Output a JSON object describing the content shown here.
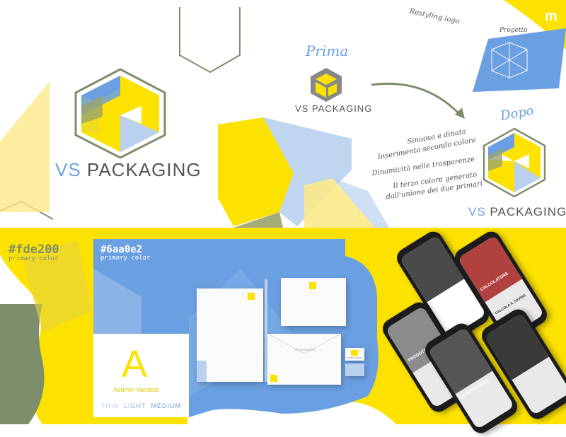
{
  "colors": {
    "yellow": "#fde200",
    "blue": "#6aa0e2",
    "olive": "#7d8f6a",
    "light_blue": "#b9d0ee",
    "light_yellow": "#fbe98a",
    "gray_text": "#555555"
  },
  "logo_main": {
    "initials": "VS",
    "name": "PACKAGING"
  },
  "before": {
    "label": "Prima",
    "initials": "VS",
    "name": "PACKAGING"
  },
  "after": {
    "label": "Dopo",
    "initials": "VS",
    "name": "PACKAGING"
  },
  "restyling": {
    "title": "Restyling logo",
    "project_label": "Progetto",
    "mark": "m"
  },
  "notes": [
    "Sinuosa e dinata",
    "Inserimento secondo colore",
    "Dinamicità nelle trasparenze",
    "Il terzo colore generato",
    "dall'unione dei due primari"
  ],
  "palette": {
    "primary_hex": "#fde200",
    "primary_label": "primary color",
    "secondary_hex": "#6aa0e2",
    "secondary_label": "primary color"
  },
  "typography": {
    "letter": "A",
    "font_name": "Acumin Variable",
    "weights": [
      "THIN",
      "LIGHT",
      "MEDIUM"
    ]
  },
  "stationery": {
    "envelope_text": "VS PACKAGING",
    "card_text": "VS PACKAGING"
  },
  "phones": [
    {
      "label": "CALCOLATORE"
    },
    {
      "label": "CALCOLA IL SAVING"
    },
    {
      "label": "PRODOTTI"
    },
    {
      "label": "VS PACKAGING"
    }
  ],
  "icons": [
    "hexagon-logo-icon",
    "arrow-curved-icon",
    "m-logo-icon",
    "wireframe-logo-icon"
  ]
}
